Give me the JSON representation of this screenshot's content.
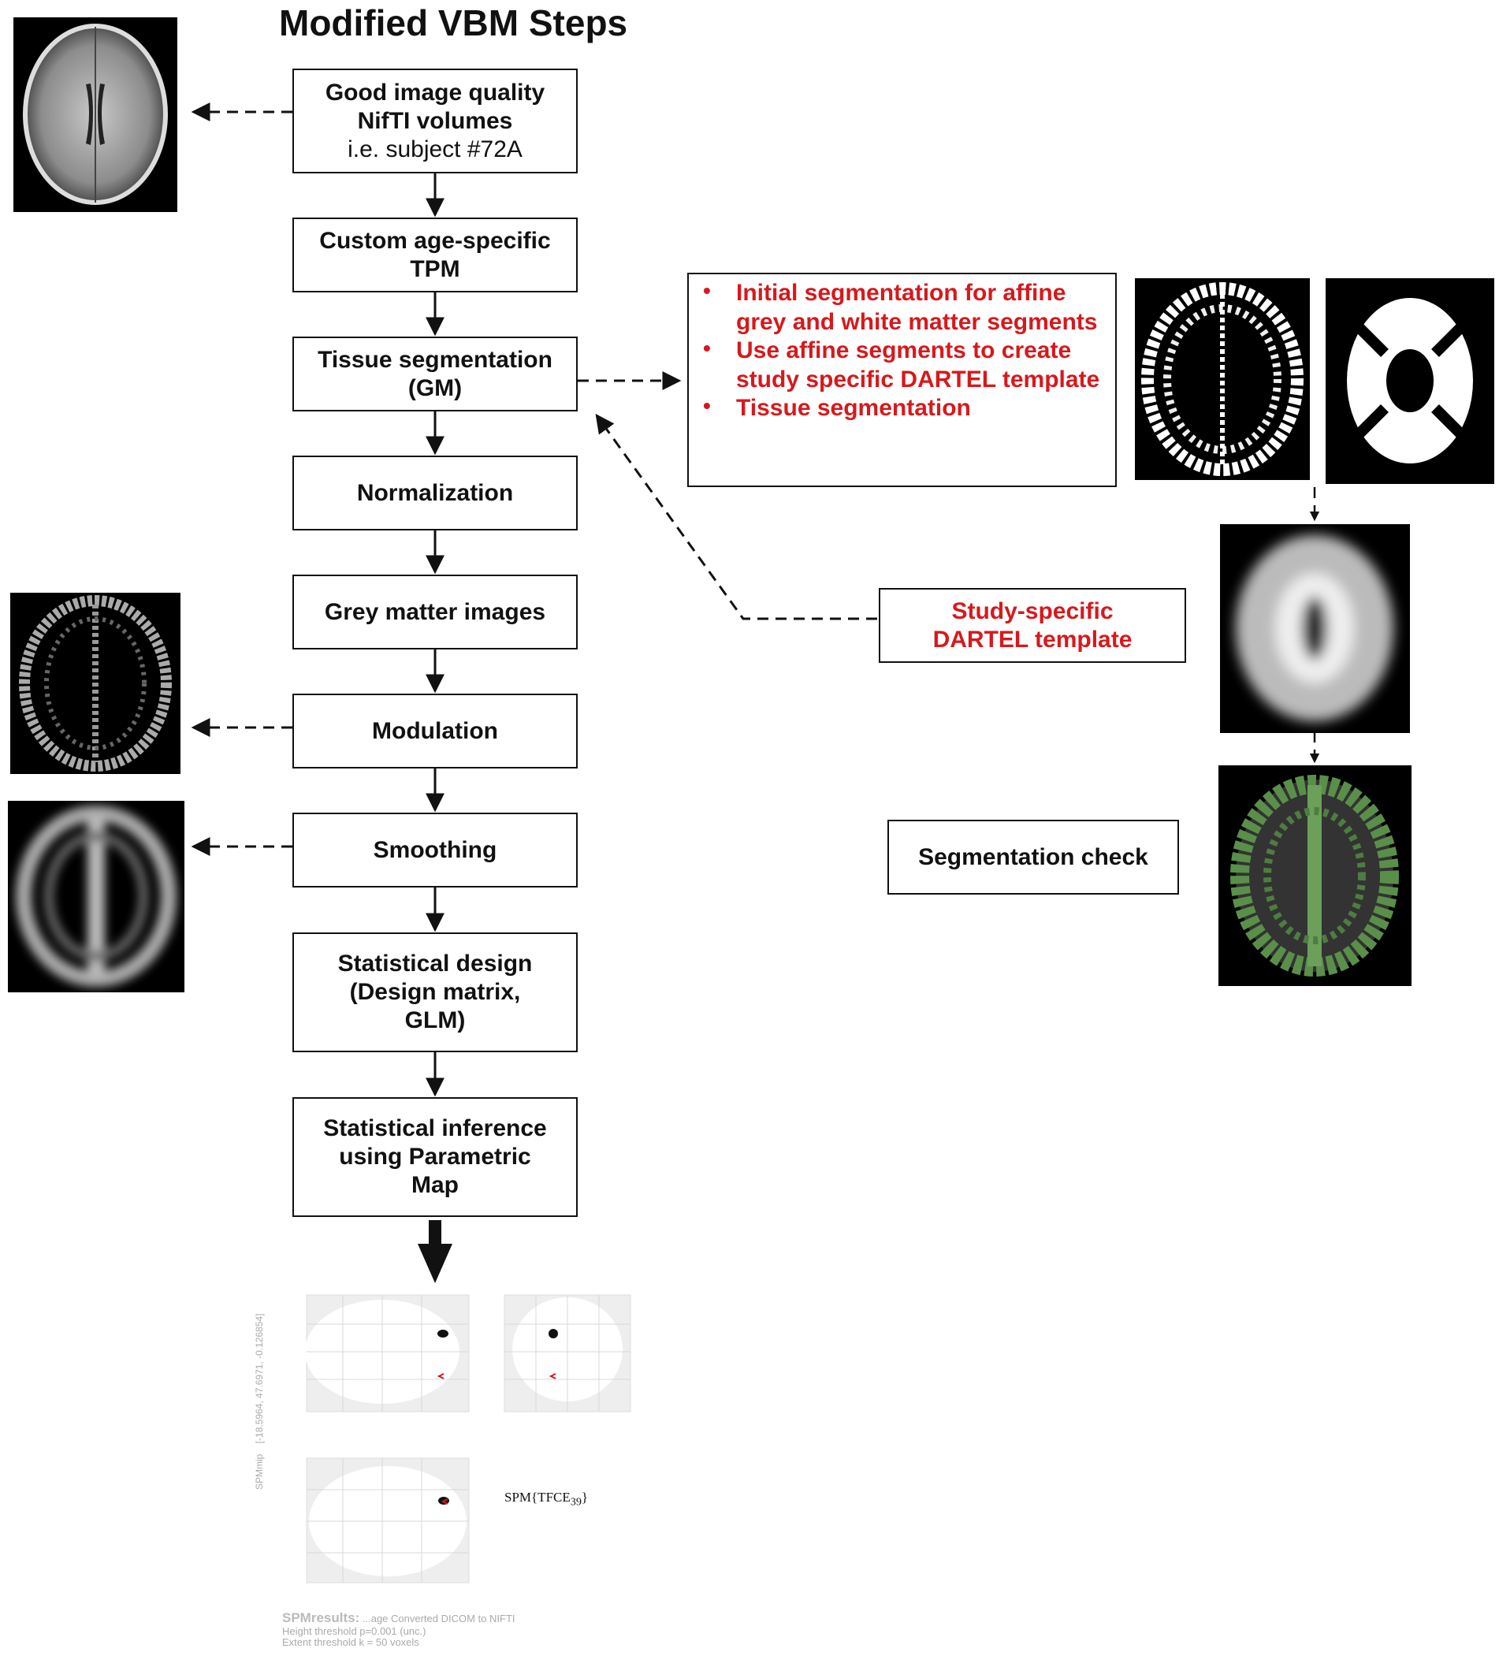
{
  "title": "Modified VBM Steps",
  "steps": [
    {
      "line1": "Good image quality",
      "line2": "NifTI volumes",
      "line3": "i.e. subject #72A"
    },
    {
      "line1": "Custom age-specific",
      "line2": "TPM"
    },
    {
      "line1": "Tissue segmentation",
      "line2": "(GM)"
    },
    {
      "line1": "Normalization"
    },
    {
      "line1": "Grey matter images"
    },
    {
      "line1": "Modulation"
    },
    {
      "line1": "Smoothing"
    },
    {
      "line1": "Statistical design",
      "line2": "(Design matrix,",
      "line3": "GLM)"
    },
    {
      "line1": "Statistical inference",
      "line2": "using Parametric",
      "line3": "Map"
    }
  ],
  "segmentation_notes": [
    "Initial segmentation for affine grey and white matter segments",
    "Use affine segments to create study specific DARTEL template",
    "Tissue segmentation"
  ],
  "dartel": {
    "line1": "Study-specific",
    "line2": "DARTEL template"
  },
  "seg_check": "Segmentation check",
  "spm": {
    "label": "SPM{TFCE",
    "subscript": "39",
    "close": "}",
    "side_label": "SPMmip",
    "side_coords": "[-18.5964, 47.6971, -0.126854]",
    "results_title": "SPMresults:",
    "results_sub": "...age Converted DICOM to NIFTI",
    "height": "Height threshold p=0.001 (unc.)",
    "extent": "Extent threshold k = 50 voxels"
  },
  "colors": {
    "accent": "#d7191c",
    "line": "#111111",
    "overlay_green": "#5a8f4a"
  },
  "icons": [
    "brain-mri-image",
    "arrow-icon"
  ]
}
